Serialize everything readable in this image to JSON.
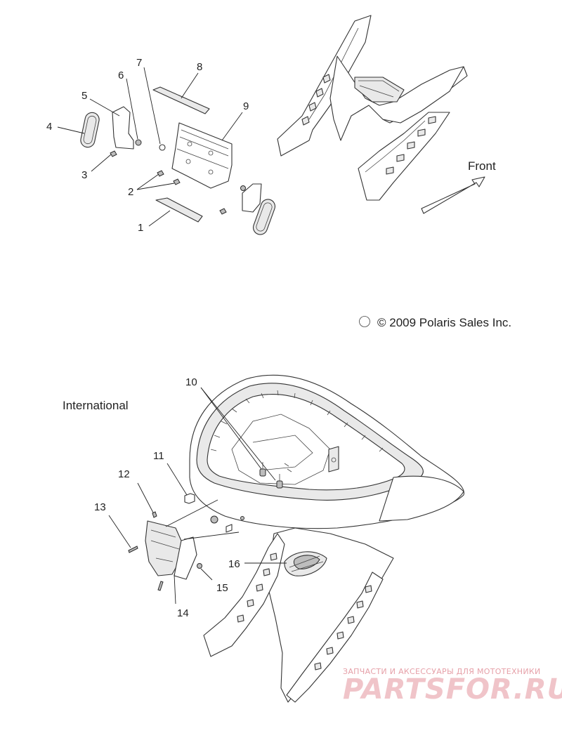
{
  "callouts": {
    "c1": "1",
    "c2": "2",
    "c3": "3",
    "c4": "4",
    "c5": "5",
    "c6": "6",
    "c7": "7",
    "c8": "8",
    "c9": "9",
    "c10": "10",
    "c11": "11",
    "c12": "12",
    "c13": "13",
    "c14": "14",
    "c15": "15",
    "c16": "16"
  },
  "labels": {
    "front": "Front",
    "copyright": "© 2009 Polaris Sales Inc.",
    "international": "International"
  },
  "watermark": {
    "tagline": "ЗАПЧАСТИ И АКСЕССУАРЫ ДЛЯ МОТОТЕХНИКИ",
    "brand": "PARTSFOR.RU"
  },
  "colors": {
    "line": "#333333",
    "watermark": "#e6a0a8"
  }
}
